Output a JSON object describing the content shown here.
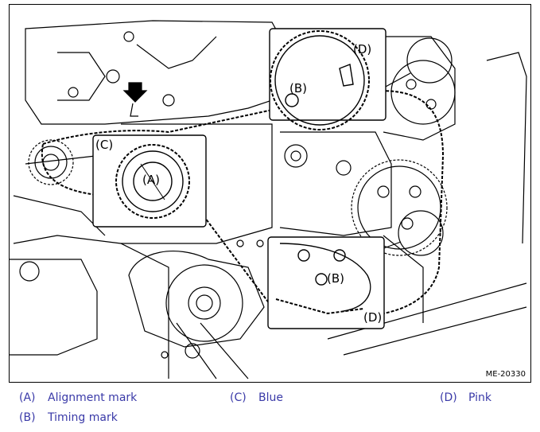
{
  "figure": {
    "id": "ME-20330",
    "callouts": {
      "a": "(A)",
      "b": "(B)",
      "c": "(C)",
      "d": "(D)"
    }
  },
  "legend": [
    {
      "key": "(A)",
      "label": "Alignment mark"
    },
    {
      "key": "(B)",
      "label": "Timing mark"
    },
    {
      "key": "(C)",
      "label": "Blue"
    },
    {
      "key": "(D)",
      "label": "Pink"
    }
  ]
}
